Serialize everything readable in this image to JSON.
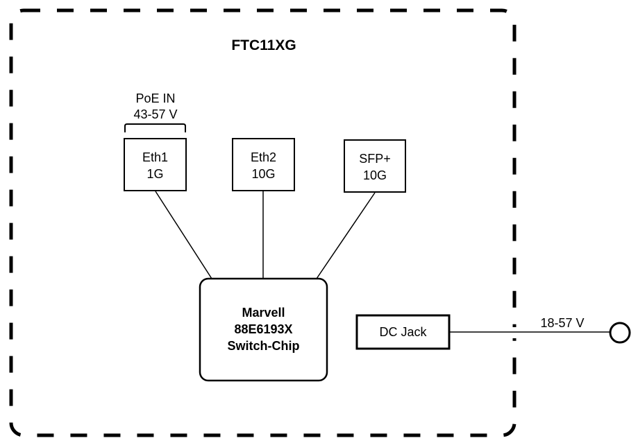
{
  "device": {
    "title": "FTC11XG"
  },
  "poe": {
    "label": "PoE IN",
    "voltage": "43-57 V"
  },
  "ports": [
    {
      "name": "Eth1",
      "speed": "1G"
    },
    {
      "name": "Eth2",
      "speed": "10G"
    },
    {
      "name": "SFP+",
      "speed": "10G"
    }
  ],
  "chip": {
    "vendor": "Marvell",
    "model": "88E6193X",
    "type": "Switch-Chip"
  },
  "power": {
    "label": "DC Jack",
    "voltage": "18-57 V"
  },
  "colors": {
    "stroke": "#000000",
    "background": "#ffffff"
  }
}
